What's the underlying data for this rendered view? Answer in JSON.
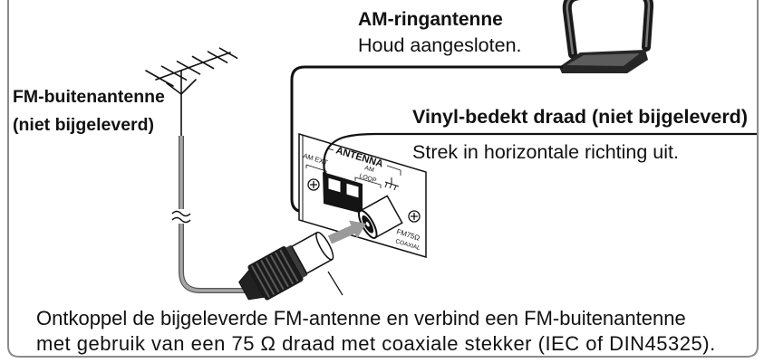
{
  "figure": {
    "am_loop": {
      "title": "AM-ringantenne",
      "note": "Houd aangesloten."
    },
    "fm_outdoor": {
      "title": "FM-buitenantenne",
      "note": "(niet bijgeleverd)"
    },
    "vinyl_wire": {
      "title": "Vinyl-bedekt draad (niet bijgeleverd)",
      "note": "Strek in horizontale richting uit."
    },
    "panel": {
      "antenna": "ANTENNA",
      "am_ext": "AM EXT",
      "am_loop_top": "AM",
      "am_loop_bottom": "LOOP",
      "fm_top": "FM75Ω",
      "fm_bottom": "COAXIAL"
    },
    "instructions": [
      "Ontkoppel de bijgeleverde FM-antenne en verbind een FM-buitenantenne",
      "met gebruik van een 75 Ω draad met coaxiale stekker (IEC of DIN45325)."
    ]
  },
  "icons": {
    "screw": "screw-icon",
    "ground": "ground-icon",
    "arrow": "arrow-icon",
    "cable_break": "cable-break-icon"
  },
  "colors": {
    "frame": "#8a8a8a",
    "cable": "#a6a6a6",
    "arrow": "#9a9a9a",
    "ink": "#111111"
  }
}
